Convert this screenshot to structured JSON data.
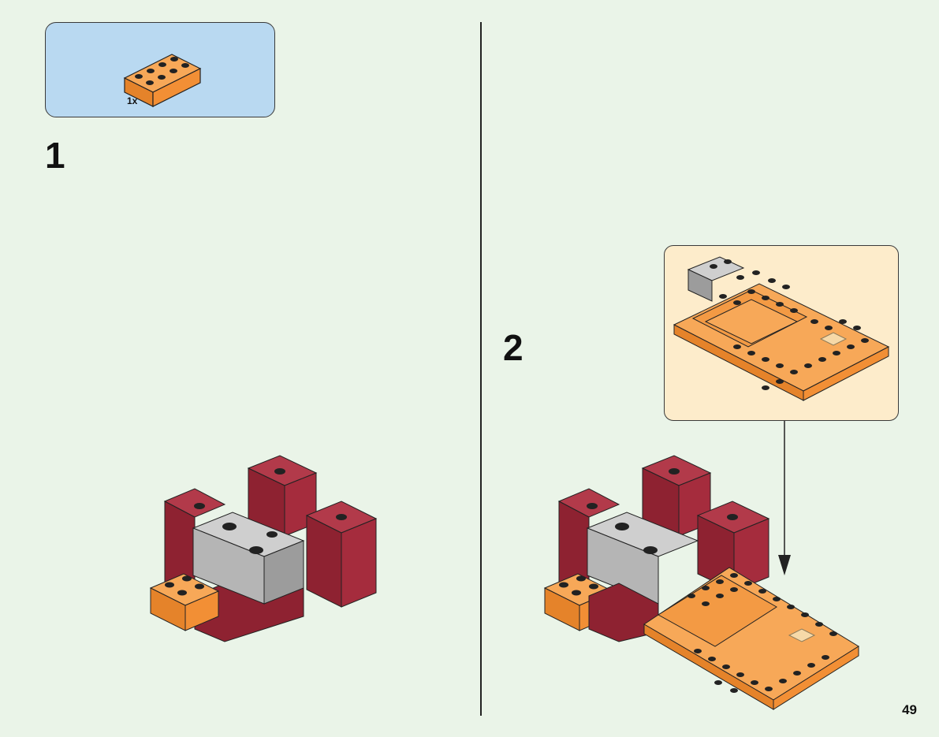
{
  "page": {
    "page_number": "49",
    "background_color": "#eaf4e8"
  },
  "parts_list": {
    "items": [
      {
        "part_icon": "orange-2x4-brick-icon",
        "quantity": "1x",
        "color": "#f59a3c"
      }
    ]
  },
  "steps": [
    {
      "number": "1",
      "illustration": "assembly-step-1-icon"
    },
    {
      "number": "2",
      "illustration": "assembly-step-2-icon",
      "callout": "subassembly-callout-icon"
    }
  ],
  "colors": {
    "orange": "#f59a3c",
    "dark_red": "#8e2231",
    "gray": "#b5b5b5",
    "parts_box_bg": "#b9d9f1",
    "callout_bg": "#fdeccb"
  }
}
